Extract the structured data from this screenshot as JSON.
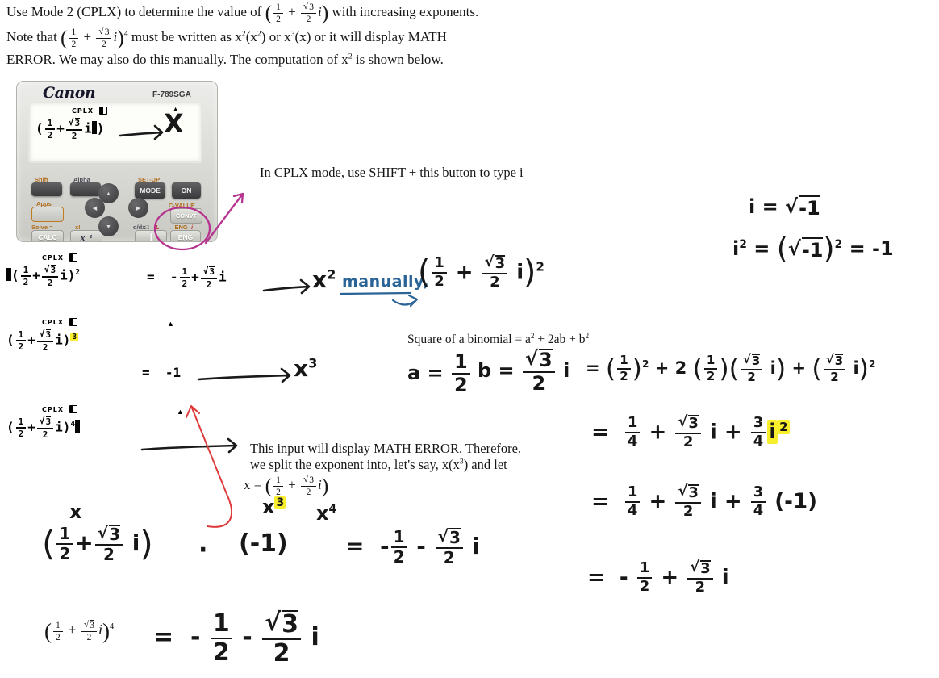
{
  "colors": {
    "highlight": "#f8ee2b",
    "ink_blue": "#2a6496",
    "ink_magenta": "#b5338f",
    "ink_red": "#de3a3c"
  },
  "intro": {
    "line1": [
      [
        "t",
        "Use Mode 2 (CPLX) to determine the value of "
      ],
      [
        "big",
        "("
      ],
      [
        "frac",
        "1",
        "2"
      ],
      [
        "t",
        " + "
      ],
      [
        "sfrac",
        "3",
        "2"
      ],
      [
        "it",
        "i"
      ],
      [
        "big",
        ")"
      ],
      [
        "t",
        " with increasing exponents."
      ]
    ],
    "line2": [
      [
        "t",
        "Note that "
      ],
      [
        "big",
        "("
      ],
      [
        "frac",
        "1",
        "2"
      ],
      [
        "t",
        " + "
      ],
      [
        "sfrac",
        "3",
        "2"
      ],
      [
        "it",
        "i"
      ],
      [
        "big",
        ")"
      ],
      [
        "sup",
        "4"
      ],
      [
        "t",
        " must be written as x"
      ],
      [
        "sup",
        "2"
      ],
      [
        "t",
        "(x"
      ],
      [
        "sup",
        "2"
      ],
      [
        "t",
        ") or x"
      ],
      [
        "sup",
        "3"
      ],
      [
        "t",
        "(x) or it will display MATH"
      ]
    ],
    "line3": [
      [
        "t",
        "ERROR. We may also do this manually. The computation of x"
      ],
      [
        "sup",
        "2"
      ],
      [
        "t",
        " is shown below."
      ]
    ]
  },
  "calculator": {
    "brand": "Canon",
    "model": "F-789SGA",
    "display": {
      "mode": "CPLX",
      "expr": [
        [
          "t",
          "("
        ],
        [
          "frac",
          "1",
          "2"
        ],
        [
          "t",
          "+"
        ],
        [
          "sfrac",
          "3",
          "2"
        ],
        [
          "t",
          "i"
        ],
        [
          "cur"
        ],
        [
          "t",
          ")"
        ]
      ]
    },
    "keys": {
      "shift": "Shift",
      "alpha": "Alpha",
      "apps": "Apps",
      "setup": "SET-UP",
      "mode": "MODE",
      "on": "ON",
      "cvalue": "C-VALUE",
      "convt": "CONVT",
      "solve": "Solve =",
      "calc": "CALC",
      "xfact": "x!",
      "colon": ":",
      "xinv": "x⁻¹",
      "deriv": "d/dx□",
      "l": "L",
      "integral": "∫",
      "engshift": "←ENG",
      "i": "i",
      "eng": "ENG",
      "nav_up": "▲",
      "nav_down": "▼",
      "nav_left": "◀",
      "nav_right": "▶"
    }
  },
  "annotations": {
    "cplx_note": "In CPLX mode, use SHIFT + this button to type i",
    "manually": "manually,",
    "display_x": "X",
    "cursor_marker": "▲",
    "math_error_1": "This input will display MATH ERROR. Therefore,",
    "math_error_2": [
      [
        "t",
        "we split the exponent into, let's say, x(x"
      ],
      [
        "sup",
        "3"
      ],
      [
        "t",
        ") and let"
      ]
    ],
    "x_def": [
      [
        "t",
        "x = "
      ],
      [
        "big",
        "("
      ],
      [
        "frac",
        "1",
        "2"
      ],
      [
        "t",
        " + "
      ],
      [
        "sfrac",
        "3",
        "2"
      ],
      [
        "it",
        "i"
      ],
      [
        "big",
        ")"
      ]
    ]
  },
  "imaginary": {
    "line1": [
      [
        "t",
        "i = "
      ],
      [
        "sqrt",
        "-1"
      ]
    ],
    "line2": [
      [
        "t",
        "i"
      ],
      [
        "sup",
        "2"
      ],
      [
        "t",
        " = "
      ],
      [
        "big",
        "("
      ],
      [
        "sqrt",
        "-1"
      ],
      [
        "big",
        ")"
      ],
      [
        "sup",
        "2"
      ],
      [
        "t",
        " = -1"
      ]
    ]
  },
  "steps": {
    "square": {
      "display": [
        [
          "cur"
        ],
        [
          "t",
          "("
        ],
        [
          "frac",
          "1",
          "2"
        ],
        [
          "t",
          "+"
        ],
        [
          "sfrac",
          "3",
          "2"
        ],
        [
          "t",
          "i"
        ],
        [
          "t",
          ")"
        ],
        [
          "sup",
          "2"
        ]
      ],
      "result": [
        [
          "t",
          "=  -"
        ],
        [
          "frac",
          "1",
          "2"
        ],
        [
          "t",
          "+"
        ],
        [
          "sfrac",
          "3",
          "2"
        ],
        [
          "t",
          "i"
        ]
      ],
      "x_label": [
        [
          "t",
          "x"
        ],
        [
          "sup",
          "2"
        ]
      ],
      "manual": [
        [
          "big",
          "("
        ],
        [
          "frac",
          "1",
          "2"
        ],
        [
          "t",
          " + "
        ],
        [
          "sfrac",
          "3",
          "2"
        ],
        [
          "t",
          " i"
        ],
        [
          "big",
          ")"
        ],
        [
          "sup",
          "2"
        ]
      ]
    },
    "cube": {
      "display": [
        [
          "t",
          "("
        ],
        [
          "frac",
          "1",
          "2"
        ],
        [
          "t",
          "+"
        ],
        [
          "sfrac",
          "3",
          "2"
        ],
        [
          "t",
          "i"
        ],
        [
          "t",
          ")"
        ],
        [
          "hlsup",
          "3"
        ]
      ],
      "result": [
        [
          "t",
          "=  -1"
        ]
      ],
      "x_label": [
        [
          "t",
          "x"
        ],
        [
          "sup",
          "3"
        ]
      ]
    },
    "fourth": {
      "display": [
        [
          "t",
          "("
        ],
        [
          "frac",
          "1",
          "2"
        ],
        [
          "t",
          "+"
        ],
        [
          "sfrac",
          "3",
          "2"
        ],
        [
          "t",
          "i"
        ],
        [
          "t",
          ")"
        ],
        [
          "sup",
          "4"
        ],
        [
          "cur"
        ]
      ]
    }
  },
  "binomial": {
    "formula": [
      [
        "t",
        "Square of a binomial = a"
      ],
      [
        "sup",
        "2"
      ],
      [
        "t",
        " + 2ab + b"
      ],
      [
        "sup",
        "2"
      ]
    ],
    "a_def": [
      [
        "t",
        "a = "
      ],
      [
        "frac",
        "1",
        "2"
      ]
    ],
    "b_def": [
      [
        "t",
        "b = "
      ],
      [
        "sfrac",
        "3",
        "2"
      ],
      [
        "t",
        " i"
      ]
    ],
    "line1": [
      [
        "t",
        "= "
      ],
      [
        "big",
        "("
      ],
      [
        "frac",
        "1",
        "2"
      ],
      [
        "big",
        ")"
      ],
      [
        "sup",
        "2"
      ],
      [
        "t",
        " + 2 "
      ],
      [
        "big",
        "("
      ],
      [
        "frac",
        "1",
        "2"
      ],
      [
        "big",
        ")"
      ],
      [
        "big",
        "("
      ],
      [
        "sfrac",
        "3",
        "2"
      ],
      [
        "t",
        " i"
      ],
      [
        "big",
        ")"
      ],
      [
        "t",
        " + "
      ],
      [
        "big",
        "("
      ],
      [
        "sfrac",
        "3",
        "2"
      ],
      [
        "t",
        " i"
      ],
      [
        "big",
        ")"
      ],
      [
        "sup",
        "2"
      ]
    ],
    "line2": [
      [
        "t",
        "=  "
      ],
      [
        "frac",
        "1",
        "4"
      ],
      [
        "t",
        " + "
      ],
      [
        "sfrac",
        "3",
        "2"
      ],
      [
        "t",
        " i + "
      ],
      [
        "frac",
        "3",
        "4"
      ],
      [
        "hl",
        "i"
      ],
      [
        "hlsup",
        "2"
      ]
    ],
    "line3": [
      [
        "t",
        "=  "
      ],
      [
        "frac",
        "1",
        "4"
      ],
      [
        "t",
        " + "
      ],
      [
        "sfrac",
        "3",
        "2"
      ],
      [
        "t",
        " i + "
      ],
      [
        "frac",
        "3",
        "4"
      ],
      [
        "t",
        " (-1)"
      ]
    ],
    "line4": [
      [
        "t",
        "=  - "
      ],
      [
        "frac",
        "1",
        "2"
      ],
      [
        "t",
        " + "
      ],
      [
        "sfrac",
        "3",
        "2"
      ],
      [
        "t",
        " i"
      ]
    ]
  },
  "split": {
    "x_label": "x",
    "dot": "·",
    "x3_label": [
      [
        "t",
        "x"
      ],
      [
        "hlsup",
        "3"
      ]
    ],
    "factor1": [
      [
        "big",
        "("
      ],
      [
        "frac",
        "1",
        "2"
      ],
      [
        "t",
        "+"
      ],
      [
        "sfrac",
        "3",
        "2"
      ],
      [
        "t",
        " i"
      ],
      [
        "big",
        ")"
      ]
    ],
    "factor2": [
      [
        "t",
        "(-1)"
      ]
    ],
    "x4_label": [
      [
        "t",
        "x"
      ],
      [
        "sup",
        "4"
      ]
    ],
    "result": [
      [
        "t",
        "=  -"
      ],
      [
        "frac",
        "1",
        "2"
      ],
      [
        "t",
        " - "
      ],
      [
        "sfrac",
        "3",
        "2"
      ],
      [
        "t",
        " i"
      ]
    ]
  },
  "final": {
    "lhs": [
      [
        "big",
        "("
      ],
      [
        "frac",
        "1",
        "2"
      ],
      [
        "t",
        " + "
      ],
      [
        "sfrac",
        "3",
        "2"
      ],
      [
        "it",
        "i"
      ],
      [
        "big",
        ")"
      ],
      [
        "sup",
        "4"
      ]
    ],
    "rhs": [
      [
        "t",
        "=  - "
      ],
      [
        "frac",
        "1",
        "2"
      ],
      [
        "t",
        " - "
      ],
      [
        "sfrac",
        "3",
        "2"
      ],
      [
        "t",
        " i"
      ]
    ]
  }
}
